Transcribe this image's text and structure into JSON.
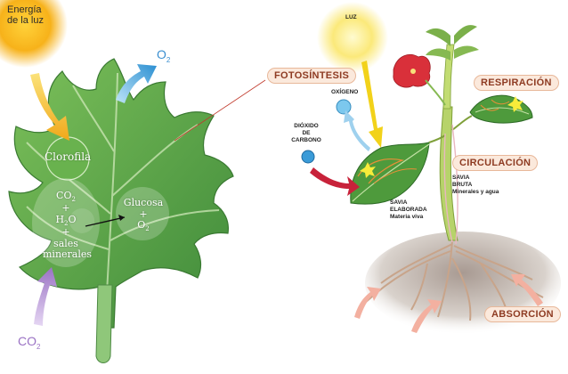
{
  "left": {
    "energy_line1": "Energía",
    "energy_line2": "de la luz",
    "o2": "O",
    "o2_sub": "2",
    "co2": "CO",
    "co2_sub": "2",
    "clorofila": "Clorofila",
    "co2_in_leaf": "CO",
    "co2_in_leaf_sub": "2",
    "plus": "+",
    "h2o": "H",
    "h2o_sub": "2",
    "h2o_end": "O",
    "sales": "sales",
    "minerales": "minerales",
    "glucosa": "Glucosa",
    "o2_leaf": "O",
    "o2_leaf_sub": "2"
  },
  "right": {
    "luz": "LUZ",
    "fotosintesis": "FOTOSÍNTESIS",
    "oxigeno": "OXÍGENO",
    "dioxido_1": "DIÓXIDO",
    "dioxido_2": "DE",
    "dioxido_3": "CARBONO",
    "respiracion": "RESPIRACIÓN",
    "circulacion": "CIRCULACIÓN",
    "savia_bruta_1": "SAVIA",
    "savia_bruta_2": "BRUTA",
    "savia_bruta_3": "Minerales y agua",
    "savia_elab_1": "SAVIA",
    "savia_elab_2": "ELABORADA",
    "savia_elab_3": "Materia viva",
    "absorcion": "ABSORCIÓN"
  },
  "colors": {
    "leaf_green": "#5fa84a",
    "sun_yellow": "#f6c21a",
    "o2_arrow": "#3a9bd8",
    "co2_arrow": "#a07cc8",
    "label_red": "#8e3b22"
  }
}
